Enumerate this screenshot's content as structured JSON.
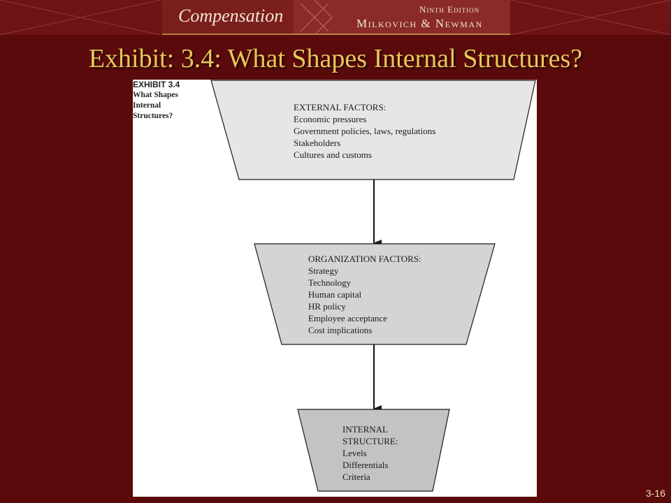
{
  "banner": {
    "brand": "Compensation",
    "edition": "Ninth Edition",
    "authors": "Milkovich & Newman"
  },
  "slide": {
    "title": "Exhibit: 3.4: What Shapes Internal Structures?",
    "number": "3-16"
  },
  "exhibit": {
    "number": "EXHIBIT 3.4",
    "name_lines": [
      "What Shapes",
      "Internal",
      "Structures?"
    ]
  },
  "colors": {
    "background": "#5a0a0a",
    "title": "#e8c75a",
    "banner": "#6e1414",
    "external_fill": "#e6e6e6",
    "organization_fill": "#d4d4d4",
    "internal_fill": "#c3c3c3"
  },
  "diagram": {
    "external": {
      "heading": "EXTERNAL FACTORS:",
      "items": [
        "Economic pressures",
        "Government policies, laws, regulations",
        "Stakeholders",
        "Cultures and customs"
      ]
    },
    "organization": {
      "heading": "ORGANIZATION FACTORS:",
      "items": [
        "Strategy",
        "Technology",
        "Human capital",
        "HR policy",
        "Employee acceptance",
        "Cost implications"
      ]
    },
    "internal": {
      "heading_lines": [
        "INTERNAL",
        "STRUCTURE:"
      ],
      "items": [
        "Levels",
        "Differentials",
        "Criteria"
      ]
    }
  }
}
